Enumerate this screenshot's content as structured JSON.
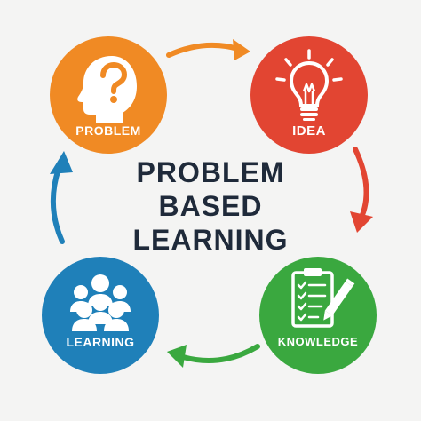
{
  "title": {
    "line1": "PROBLEM",
    "line2": "BASED",
    "line3": "LEARNING"
  },
  "nodes": [
    {
      "key": "problem",
      "label": "PROBLEM",
      "color": "#f08a24",
      "icon": "head-question-icon"
    },
    {
      "key": "idea",
      "label": "IDEA",
      "color": "#e24532",
      "icon": "lightbulb-icon"
    },
    {
      "key": "knowledge",
      "label": "KNOWLEDGE",
      "color": "#3aa83f",
      "icon": "clipboard-pencil-icon"
    },
    {
      "key": "learning",
      "label": "LEARNING",
      "color": "#1f80b9",
      "icon": "people-group-icon"
    }
  ],
  "arrows": [
    {
      "from": "problem",
      "to": "idea",
      "color": "#f08a24"
    },
    {
      "from": "idea",
      "to": "knowledge",
      "color": "#e24532"
    },
    {
      "from": "knowledge",
      "to": "learning",
      "color": "#3aa83f"
    },
    {
      "from": "learning",
      "to": "problem",
      "color": "#1f80b9"
    }
  ]
}
